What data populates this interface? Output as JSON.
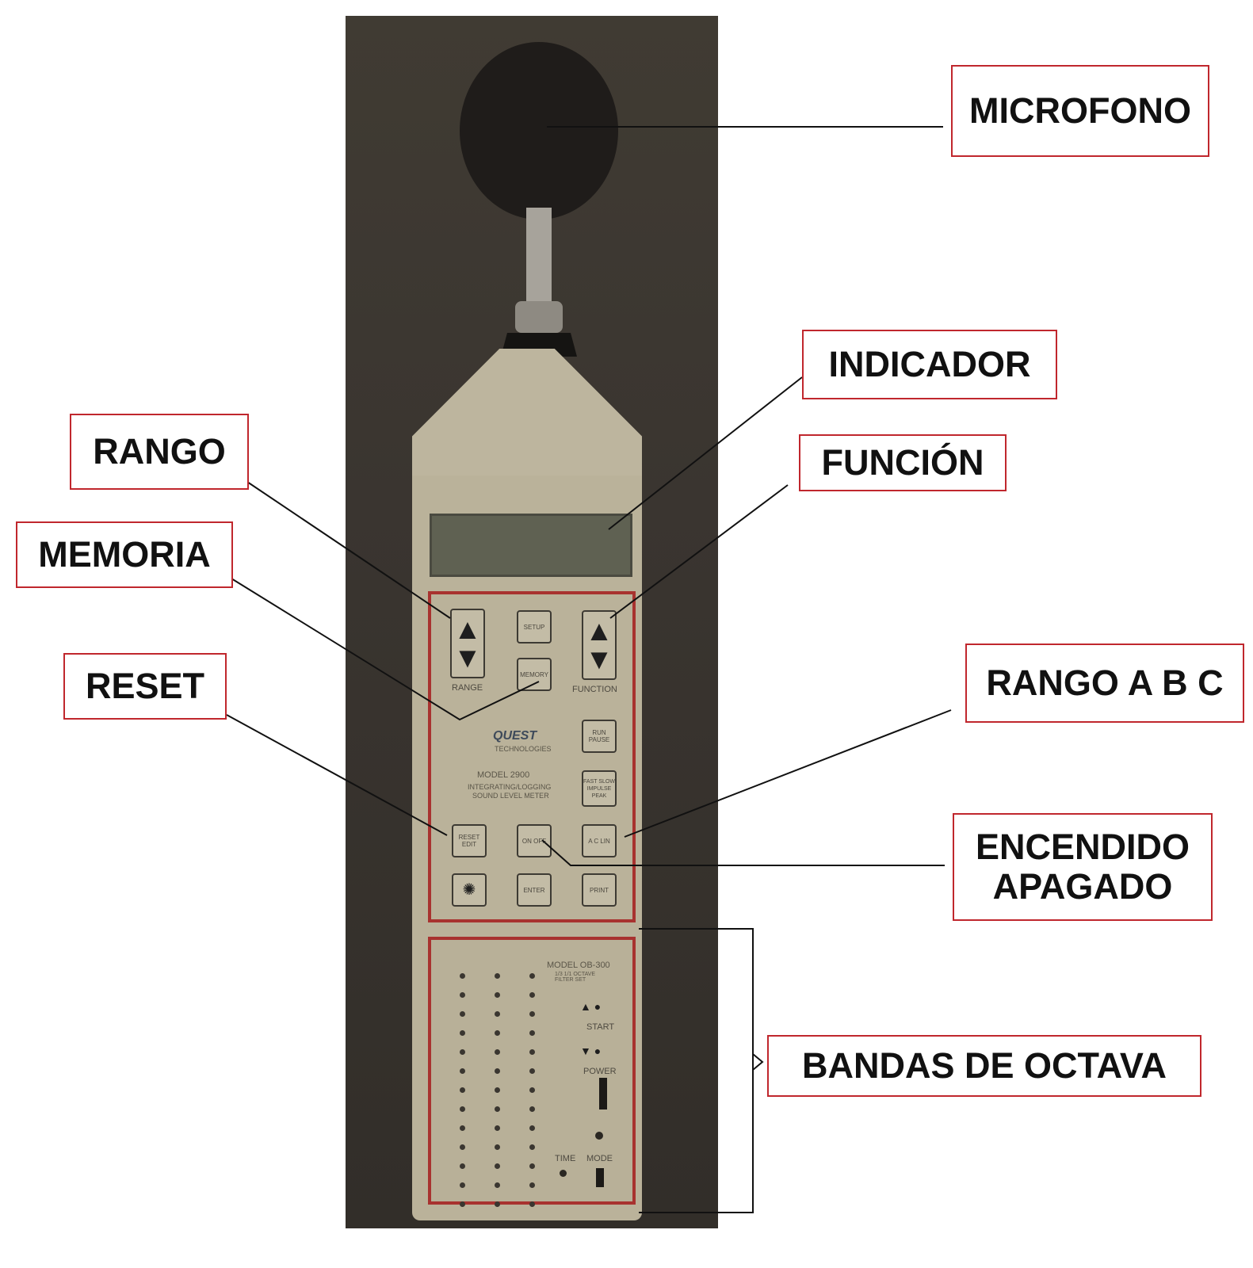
{
  "labels": {
    "microfono": "MICROFONO",
    "indicador": "INDICADOR",
    "funcion": "FUNCIÓN",
    "rango": "RANGO",
    "memoria": "MEMORIA",
    "reset": "RESET",
    "rango_abc": "RANGO A B C",
    "encendido": "ENCENDIDO",
    "apagado": "APAGADO",
    "bandas": "BANDAS DE OCTAVA"
  },
  "device": {
    "brand": "QUEST",
    "brand_sub": "TECHNOLOGIES",
    "model": "MODEL 2900",
    "model_line1": "INTEGRATING/LOGGING",
    "model_line2": "SOUND LEVEL METER",
    "keys": {
      "setup": "SETUP",
      "memory": "MEMORY",
      "range": "RANGE",
      "function": "FUNCTION",
      "run": "RUN PAUSE",
      "fast": "FAST SLOW IMPULSE PEAK",
      "reset": "RESET EDIT",
      "onoff": "ON OFF",
      "weight": "A C LIN",
      "enter": "ENTER",
      "print": "PRINT"
    },
    "filter_model": "MODEL OB-300",
    "filter_sub": "1/3 1/1 OCTAVE FILTER SET",
    "filter_start": "START",
    "filter_power": "POWER",
    "filter_time": "TIME",
    "filter_mode": "MODE"
  },
  "colors": {
    "label_border": "#c0272d",
    "panel_border": "#a8322f",
    "leader": "#111111"
  }
}
